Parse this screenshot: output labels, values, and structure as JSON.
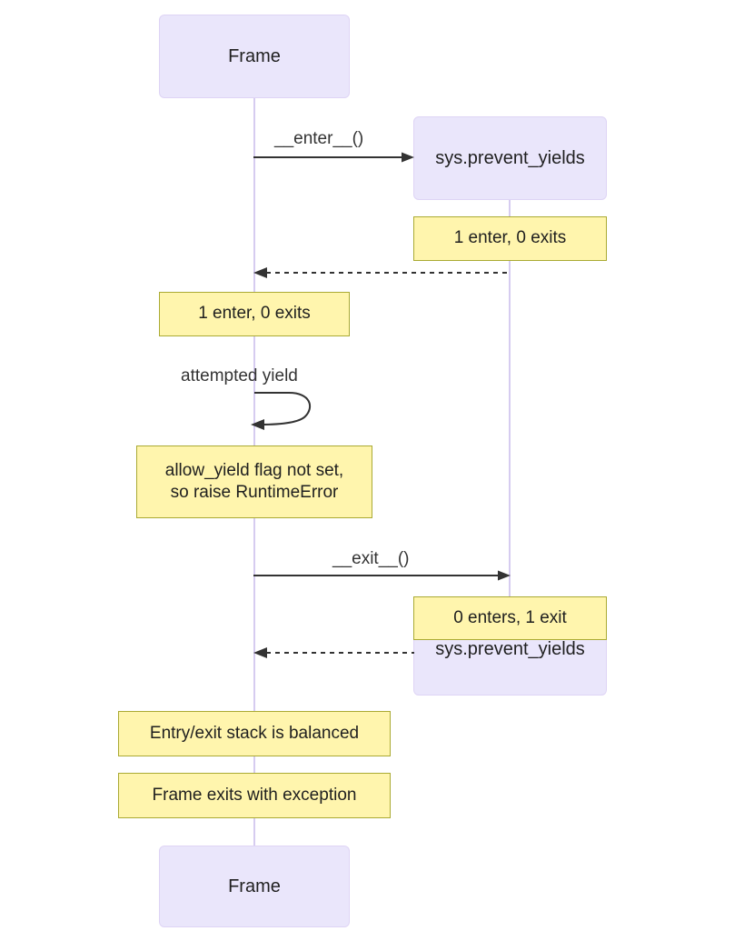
{
  "diagram": {
    "type": "sequence-diagram",
    "title": "sys.prevent_yields context manager sequence",
    "background_color": "#ffffff",
    "colors": {
      "actor_fill": "#eae6fb",
      "actor_stroke": "#ded4f5",
      "note_fill": "#fff5ad",
      "note_stroke": "#aaaa33",
      "lifeline": "#d6ccf0",
      "arrow": "#333333",
      "text": "#1f1f1f",
      "label_text": "#333333"
    }
  },
  "participants": [
    {
      "id": "frame",
      "name": "Frame",
      "top_label": "Frame",
      "bottom_label": "Frame"
    },
    {
      "id": "prevent_yields",
      "name": "sys.prevent_yields",
      "top_label": "sys.prevent_yields",
      "bottom_label": "sys.prevent_yields"
    }
  ],
  "messages": [
    {
      "index": 1,
      "label": "__enter__()",
      "from": "frame",
      "to": "prevent_yields",
      "style": "solid",
      "direction": "right"
    },
    {
      "index": 2,
      "label": "",
      "from": "prevent_yields",
      "to": "frame",
      "style": "dashed",
      "direction": "left"
    },
    {
      "index": 3,
      "label": "attempted yield",
      "from": "frame",
      "to": "frame",
      "style": "solid",
      "direction": "self-loop"
    },
    {
      "index": 4,
      "label": "__exit__()",
      "from": "frame",
      "to": "prevent_yields",
      "style": "solid",
      "direction": "right"
    },
    {
      "index": 5,
      "label": "",
      "from": "prevent_yields",
      "to": "frame",
      "style": "dashed",
      "direction": "left"
    }
  ],
  "notes": [
    {
      "id": "note-1",
      "over": "prevent_yields",
      "text": "1 enter, 0 exits"
    },
    {
      "id": "note-2",
      "over": "frame",
      "text": "1 enter, 0 exits"
    },
    {
      "id": "note-3",
      "over": "frame",
      "text": "allow_yield flag not set,\nso raise RuntimeError"
    },
    {
      "id": "note-4",
      "over": "prevent_yields",
      "text": "0 enters, 1 exit"
    },
    {
      "id": "note-5",
      "over": "frame",
      "text": "Entry/exit stack is balanced"
    },
    {
      "id": "note-6",
      "over": "frame",
      "text": "Frame exits with exception"
    }
  ]
}
